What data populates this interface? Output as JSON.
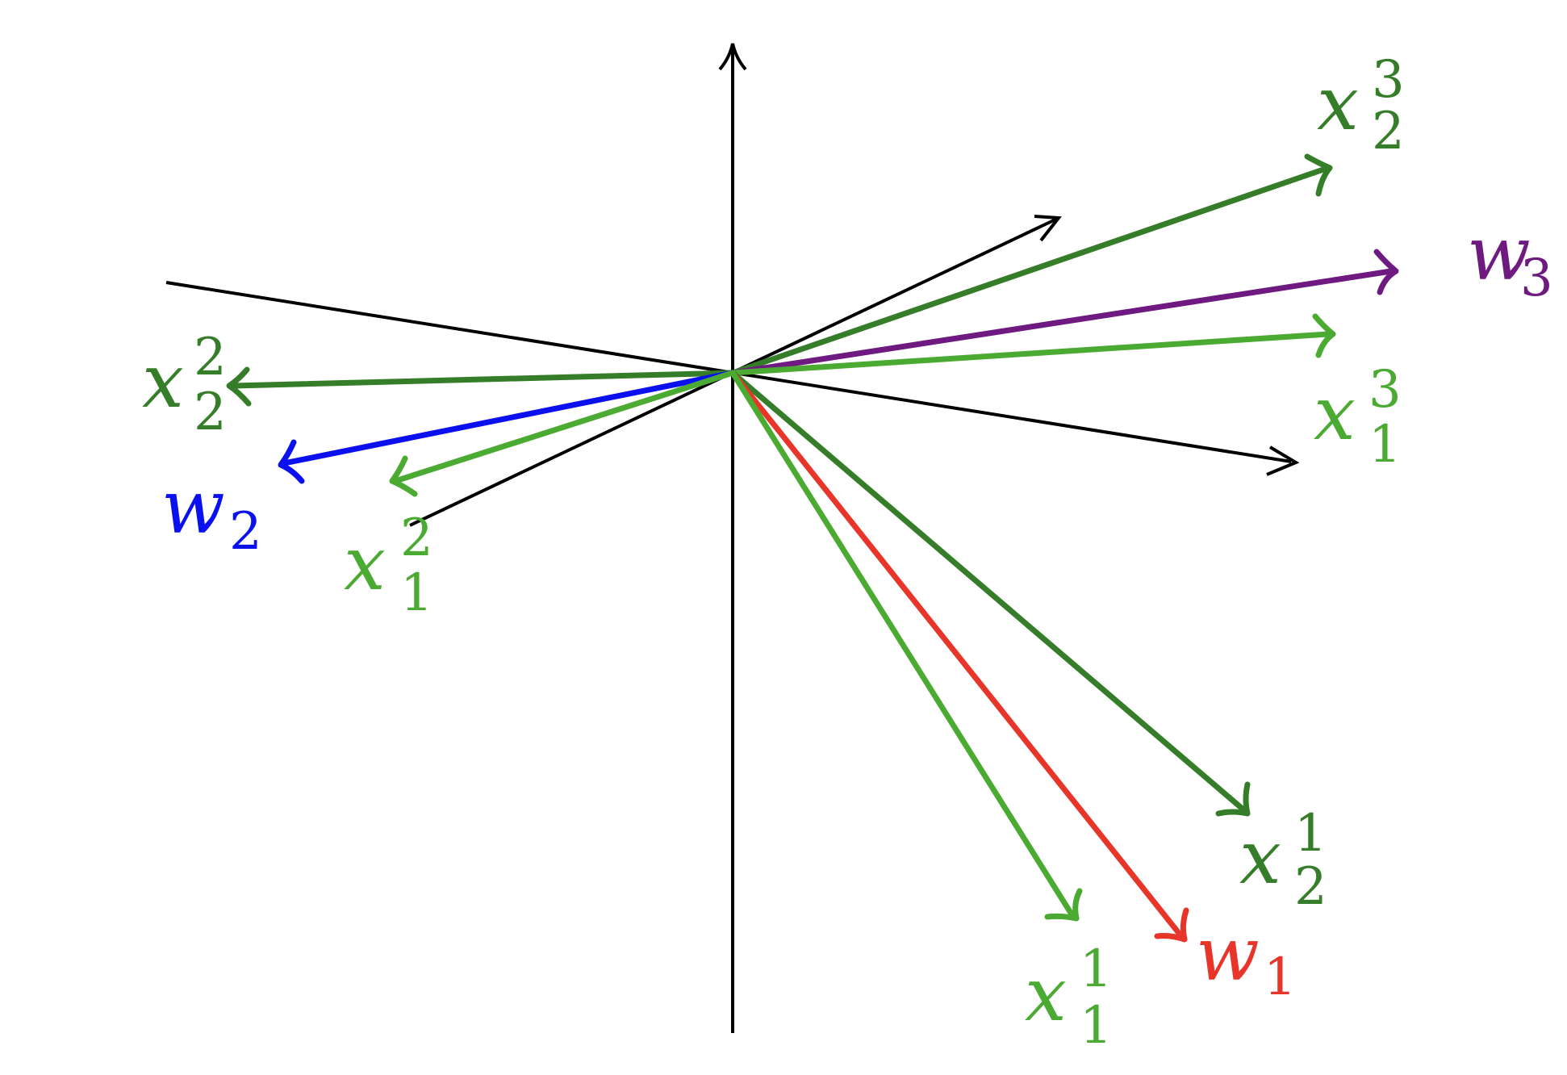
{
  "colors": {
    "axis": "#000000",
    "x1": "#4aaa32",
    "x2": "#357d28",
    "w1": "#e8352a",
    "w2": "#0a10ee",
    "w3": "#6e1a80"
  },
  "labels": {
    "w1": {
      "base": "w",
      "sub": "1"
    },
    "w2": {
      "base": "w",
      "sub": "2"
    },
    "w3": {
      "base": "w",
      "sub": "3"
    },
    "x1_1": {
      "base": "x",
      "sub": "1",
      "sup": "1"
    },
    "x1_2": {
      "base": "x",
      "sub": "1",
      "sup": "2"
    },
    "x1_3": {
      "base": "x",
      "sub": "1",
      "sup": "3"
    },
    "x2_1": {
      "base": "x",
      "sub": "2",
      "sup": "1"
    },
    "x2_2": {
      "base": "x",
      "sub": "2",
      "sup": "2"
    },
    "x2_3": {
      "base": "x",
      "sub": "2",
      "sup": "3"
    }
  }
}
